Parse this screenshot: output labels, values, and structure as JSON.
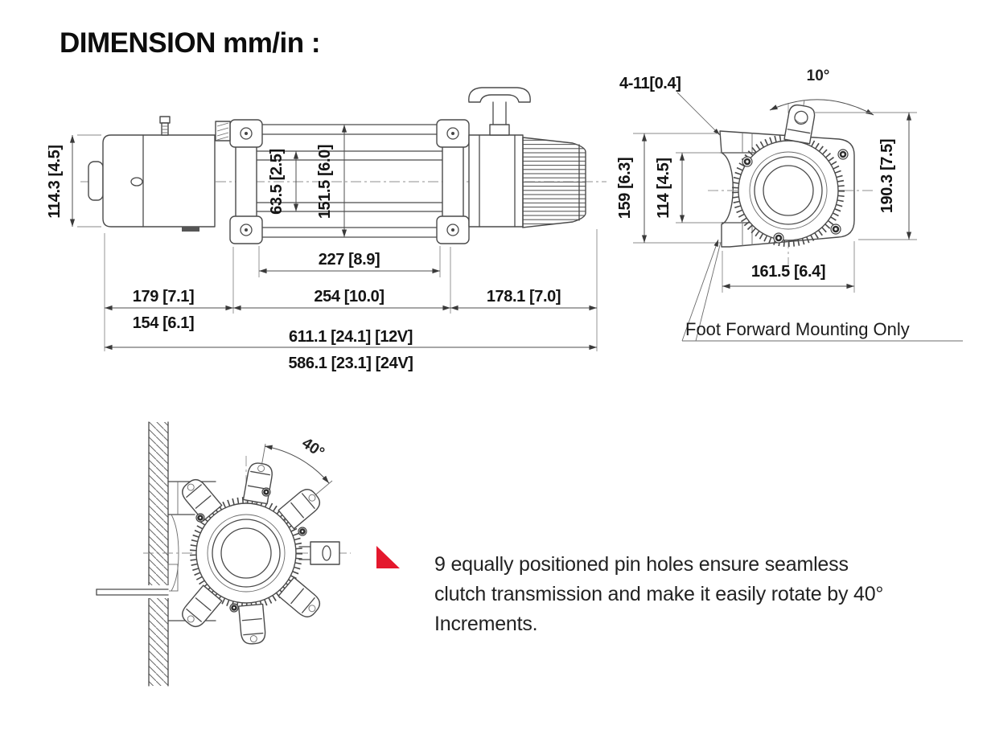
{
  "title": "DIMENSION mm/in :",
  "side_view": {
    "dim_height_motor": "114.3 [4.5]",
    "dim_drum_width": "63.5 [2.5]",
    "dim_frame_width": "151.5 [6.0]",
    "dim_drum_span": "227 [8.9]",
    "dim_motor_section": "179 [7.1]",
    "dim_motor_section_alt": "154 [6.1]",
    "dim_bolt_span": "254 [10.0]",
    "dim_gear_section": "178.1 [7.0]",
    "dim_total_12v": "611.1 [24.1] [12V]",
    "dim_total_24v": "586.1 [23.1] [24V]"
  },
  "end_view": {
    "dim_mount_holes": "4-11[0.4]",
    "dim_lever_angle": "10°",
    "dim_foot_height": "159 [6.3]",
    "dim_foot_inner": "114 [4.5]",
    "dim_overall_height": "190.3 [7.5]",
    "dim_width": "161.5 [6.4]",
    "note_foot_forward": "Foot Forward Mounting Only"
  },
  "rotation_view": {
    "dim_rotation_angle": "40°"
  },
  "callout": {
    "marker_color": "#e4182d",
    "line1": "9 equally positioned pin holes ensure seamless",
    "line2": "clutch transmission and make it easily rotate by 40°",
    "line3": "Increments."
  }
}
